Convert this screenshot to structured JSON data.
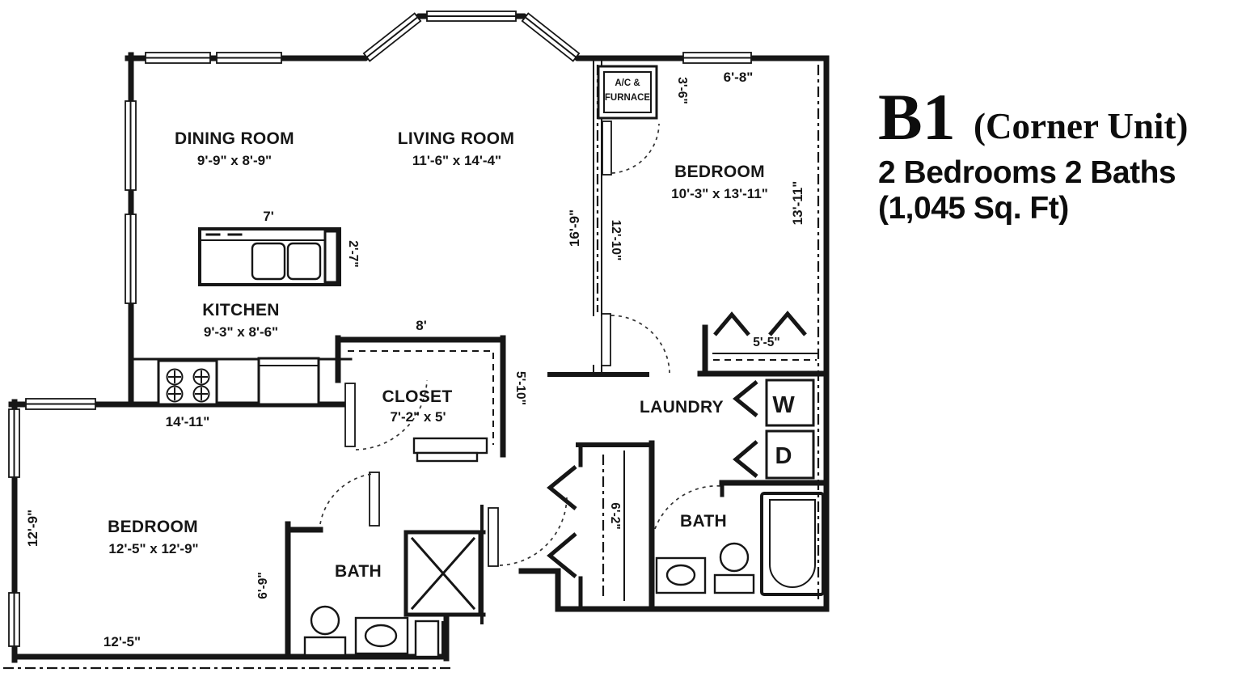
{
  "title": {
    "unit": "B1",
    "unit_type": "(Corner Unit)",
    "beds_baths": "2 Bedrooms 2 Baths",
    "area": "(1,045 Sq. Ft)"
  },
  "rooms": {
    "dining": {
      "name": "DINING ROOM",
      "size": "9'-9\" x 8'-9\""
    },
    "living": {
      "name": "LIVING ROOM",
      "size": "11'-6\" x 14'-4\""
    },
    "kitchen": {
      "name": "KITCHEN",
      "size": "9'-3\" x 8'-6\""
    },
    "bedroom_right": {
      "name": "BEDROOM",
      "size": "10'-3\" x 13'-11\""
    },
    "bedroom_left": {
      "name": "BEDROOM",
      "size": "12'-5\" x 12'-9\""
    },
    "closet": {
      "name": "CLOSET",
      "size": "7'-2\" x 5'"
    },
    "laundry": {
      "name": "LAUNDRY"
    },
    "bath_right": {
      "name": "BATH"
    },
    "bath_left": {
      "name": "BATH"
    },
    "furnace": {
      "line1": "A/C &",
      "line2": "FURNACE"
    },
    "washer": "W",
    "dryer": "D"
  },
  "dimensions": {
    "island_width": "7'",
    "island_depth": "2'-7\"",
    "closet_width": "8'",
    "closet_depth": "5'-10\"",
    "kitchen_wall": "14'-11\"",
    "bedroom_left_side": "12'-9\"",
    "bedroom_left_width": "12'-5\"",
    "bath_left_wall": "6'-9\"",
    "living_wall_left": "16'-9\"",
    "living_wall_right": "12'-10\"",
    "furnace_side": "3'-6\"",
    "bedroom_right_top": "6'-8\"",
    "bedroom_right_side": "13'-11\"",
    "bedroom_closet": "5'-5\"",
    "hall_closet": "6'-2\""
  },
  "colors": {
    "ink": "#161616",
    "paper": "#ffffff"
  }
}
